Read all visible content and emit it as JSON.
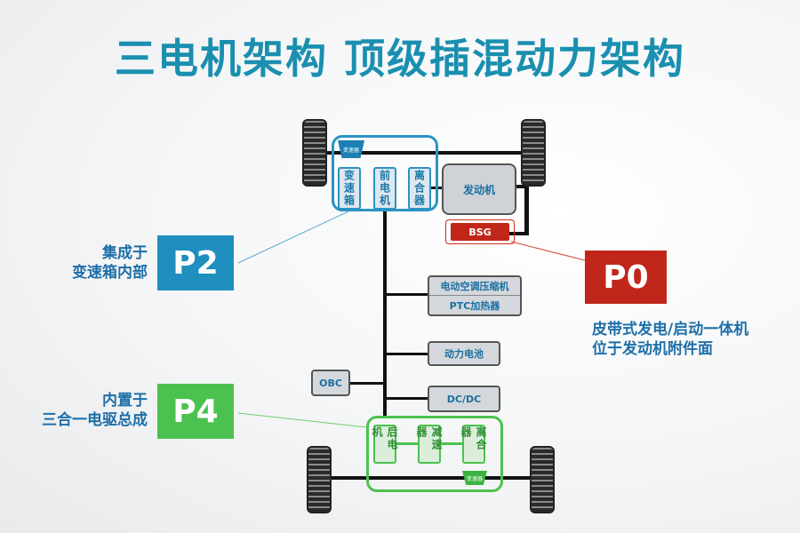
{
  "title": "三电机架构  顶级插混动力架构",
  "front_module": {
    "gearbox_icon_label": "变速器",
    "boxes": [
      "变速箱",
      "前电机",
      "离合器"
    ]
  },
  "engine_label": "发动机",
  "bsg_label": "BSG",
  "bus_boxes": {
    "ac_compressor": "电动空调压缩机",
    "ptc_heater": "PTC加热器",
    "battery": "动力电池",
    "dcdc": "DC/DC",
    "obc": "OBC"
  },
  "rear_module": {
    "gearbox_icon_label": "变速器",
    "boxes": [
      "后电机",
      "减速器",
      "离合器"
    ]
  },
  "p2": {
    "tag": "P2",
    "desc_line1": "集成于",
    "desc_line2": "变速箱内部",
    "color": "#1f8fc0"
  },
  "p0": {
    "tag": "P0",
    "desc_line1": "皮带式发电/启动一体机",
    "desc_line2": "位于发动机附件面",
    "color": "#c0271a"
  },
  "p4": {
    "tag": "P4",
    "desc_line1": "内置于",
    "desc_line2": "三合一电驱总成",
    "color": "#4bc24f"
  }
}
